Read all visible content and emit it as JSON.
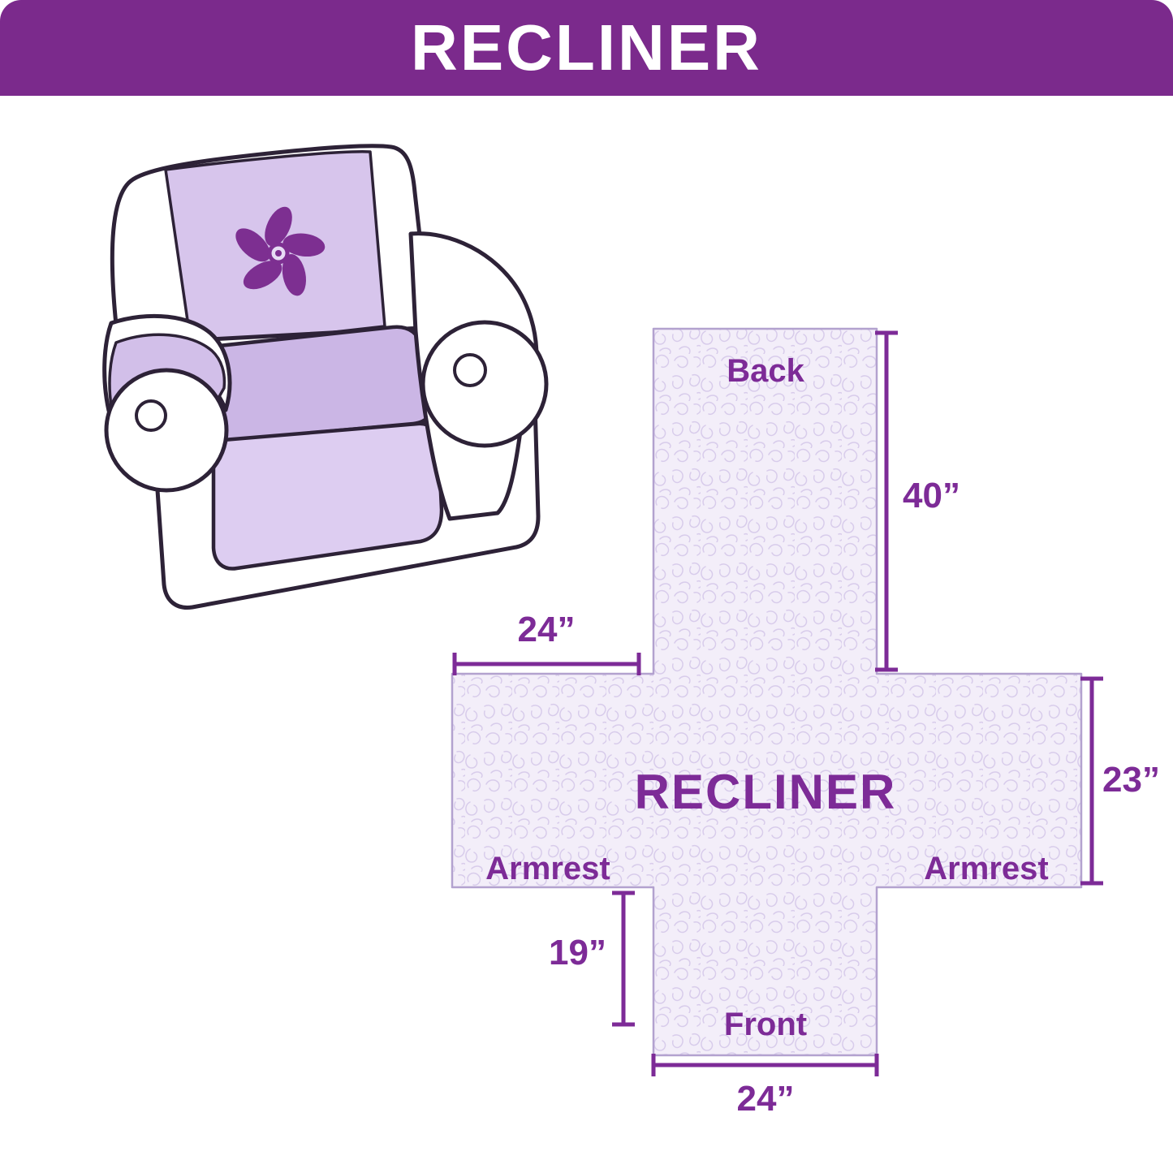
{
  "header": {
    "title": "RECLINER",
    "background_color": "#7b2a8c",
    "text_color": "#ffffff"
  },
  "chair": {
    "logo_icon": "pinwheel-icon",
    "cover_color": "#d7c5ec",
    "skirt_color": "#ddcdf1",
    "logo_color": "#7d2f91",
    "outline_color": "#2d2237"
  },
  "diagram": {
    "center_label": "RECLINER",
    "sections": {
      "back": "Back",
      "armrest_left": "Armrest",
      "armrest_right": "Armrest",
      "front": "Front"
    },
    "dimensions": {
      "back_height": "40”",
      "armrest_width": "24”",
      "side_height": "23”",
      "front_height": "19”",
      "front_width": "24”"
    },
    "accent_color": "#7d2b97",
    "fabric_fill": "#f3eef9",
    "fabric_outline": "#b3a2cf"
  }
}
